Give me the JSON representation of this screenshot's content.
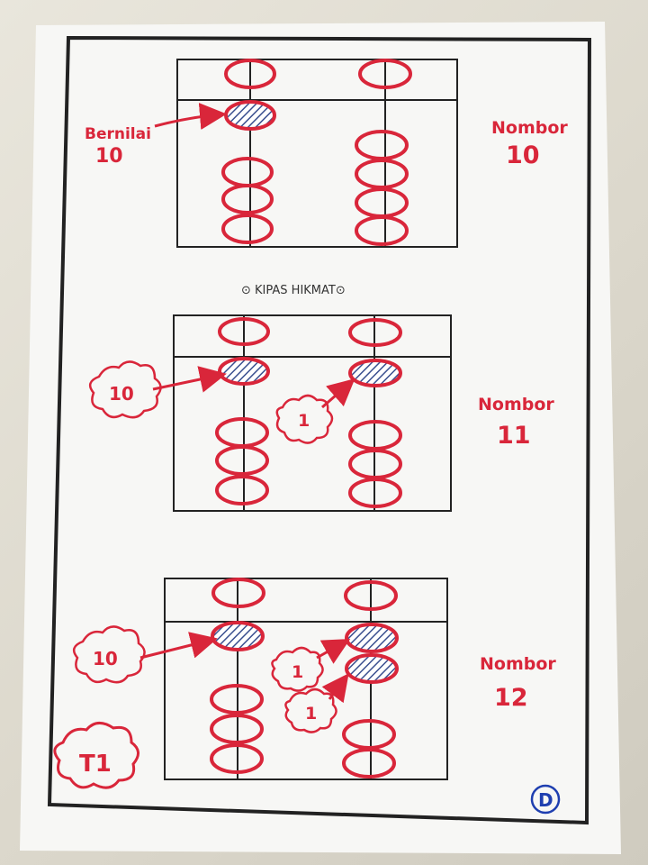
{
  "colors": {
    "paper": "#f7f7f5",
    "frame": "#222222",
    "red": "#d9263a",
    "bead_fill": "#3a4f8f",
    "blue_mark": "#1f3fb0"
  },
  "abacus_1": {
    "bead_label_line1": "Bernilai",
    "bead_label_line2": "10",
    "caption_line1": "Nombor",
    "caption_line2": "10"
  },
  "watermark": "⊙ KIPAS HIKMAT⊙",
  "abacus_2": {
    "tag_tens": "10",
    "tag_ones": "1",
    "caption_line1": "Nombor",
    "caption_line2": "11"
  },
  "abacus_3": {
    "tag_tens": "10",
    "tag_ones_a": "1",
    "tag_ones_b": "1",
    "caption_line1": "Nombor",
    "caption_line2": "12"
  },
  "sheet_tag": "T1",
  "corner_mark": "D",
  "icons": [
    "cloud-tag-icon",
    "arrow-icon",
    "circle-d-icon"
  ]
}
